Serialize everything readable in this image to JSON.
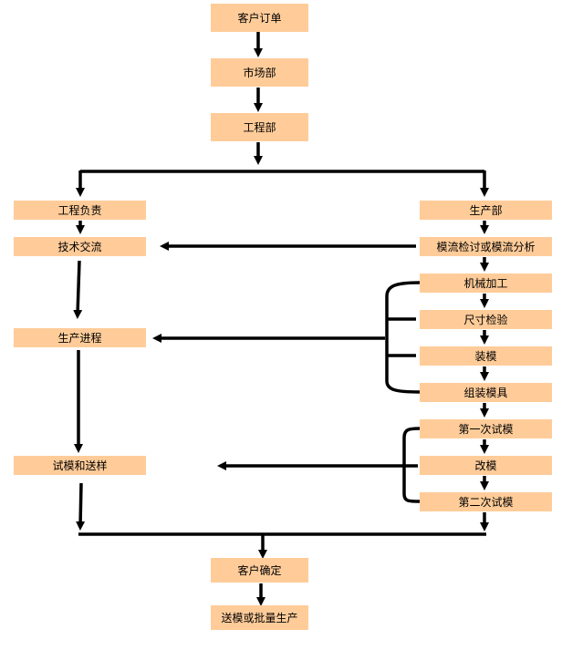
{
  "colors": {
    "box_fill": "#ffcc99",
    "line": "#000000",
    "background": "#ffffff"
  },
  "nodes": {
    "customer_order": "客户订单",
    "marketing": "市场部",
    "engineering": "工程部",
    "engineering_lead": "工程负责",
    "tech_exchange": "技术交流",
    "production_progress": "生产进程",
    "trial_sample": "试模和送样",
    "production_dept": "生产部",
    "mold_flow": "模流检讨或模流分析",
    "machining": "机械加工",
    "dimension_check": "尺寸检验",
    "mold_fitting": "装模",
    "assemble_mold": "组装模具",
    "first_trial": "第一次试模",
    "mold_modify": "改模",
    "second_trial": "第二次试模",
    "customer_confirm": "客户确定",
    "ship_or_mass": "送模或批量生产"
  }
}
